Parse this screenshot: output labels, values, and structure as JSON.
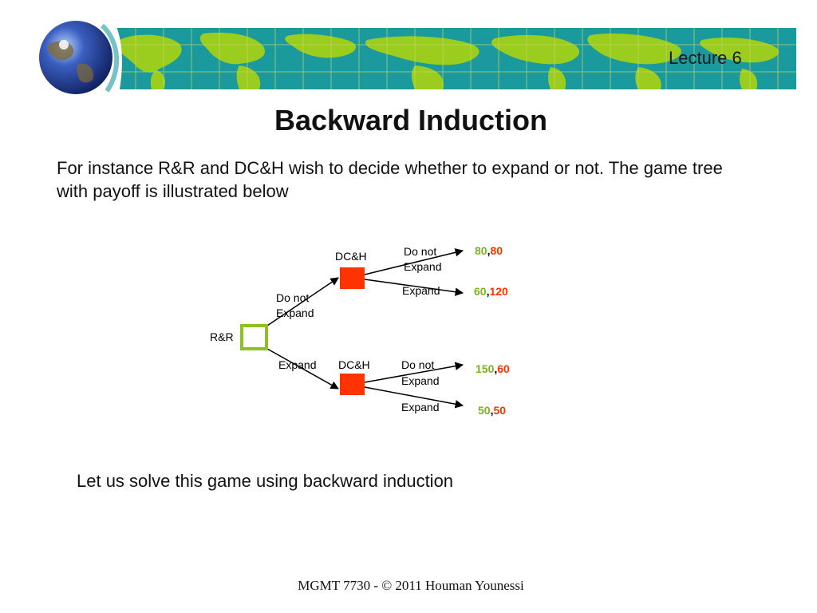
{
  "header": {
    "lecture": "Lecture 6"
  },
  "title": "Backward Induction",
  "intro": "For instance R&R and DC&H wish to decide whether to expand or not. The game tree with payoff is illustrated below",
  "closing": "Let us solve this game using backward induction",
  "footer": "MGMT 7730 - © 2011 Houman Younessi",
  "tree": {
    "root_label": "R&R",
    "root_options": {
      "do_not_expand_line1": "Do not",
      "do_not_expand_line2": "Expand",
      "expand": "Expand"
    },
    "upper_node": {
      "label": "DC&H",
      "do_not_expand_line1": "Do not",
      "do_not_expand_line2": "Expand",
      "expand": "Expand",
      "payoff_do_not": {
        "rr": "80",
        "sep": ",",
        "dch": "80"
      },
      "payoff_expand": {
        "rr": "60",
        "sep": ",",
        "dch": "120"
      }
    },
    "lower_node": {
      "label": "DC&H",
      "do_not_expand_line1": "Do not",
      "do_not_expand_line2": "Expand",
      "expand": "Expand",
      "payoff_do_not": {
        "rr": "150",
        "sep": ",",
        "dch": "60"
      },
      "payoff_expand": {
        "rr": "50",
        "sep": ",",
        "dch": "50"
      }
    }
  },
  "colors": {
    "banner_ocean": "#1a9a9c",
    "banner_land": "#9acd1e",
    "rr_node": "#8dc21f",
    "dch_node": "#ff3300",
    "rr_payoff": "#7ab51d",
    "dch_payoff": "#ff3300"
  }
}
